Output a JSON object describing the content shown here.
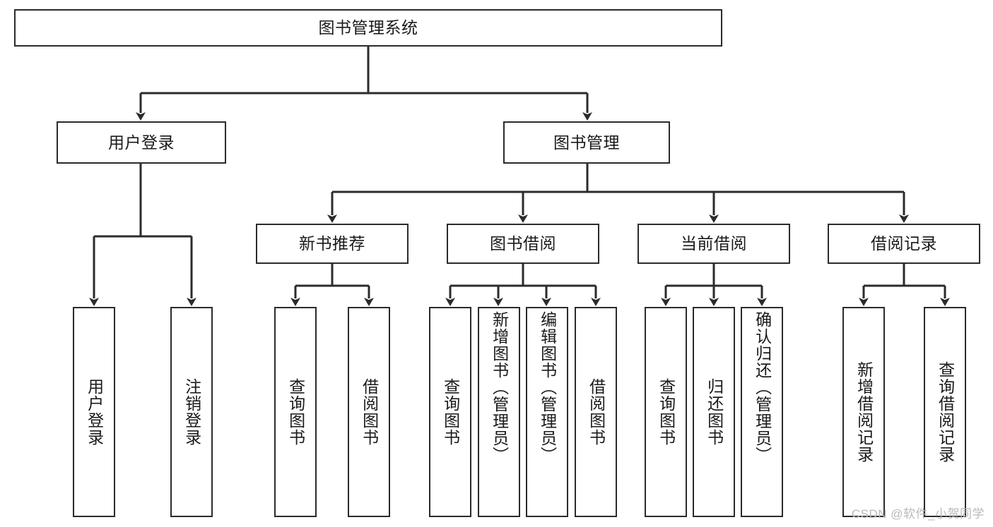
{
  "diagram": {
    "type": "tree",
    "title": "图书管理系统",
    "root": {
      "label": "图书管理系统"
    },
    "level2": [
      {
        "label": "用户登录"
      },
      {
        "label": "图书管理"
      }
    ],
    "level3": [
      {
        "label": "新书推荐"
      },
      {
        "label": "图书借阅"
      },
      {
        "label": "当前借阅"
      },
      {
        "label": "借阅记录"
      }
    ],
    "leaves": {
      "user_login": [
        {
          "label": "用户登录"
        },
        {
          "label": "注销登录"
        }
      ],
      "new_book": [
        {
          "label": "查询图书"
        },
        {
          "label": "借阅图书"
        }
      ],
      "book_borrow": [
        {
          "label": "查询图书"
        },
        {
          "label": "新增图书（管理员）"
        },
        {
          "label": "编辑图书（管理员）"
        },
        {
          "label": "借阅图书"
        }
      ],
      "current_borrow": [
        {
          "label": "查询图书"
        },
        {
          "label": "归还图书"
        },
        {
          "label": "确认归还（管理员）"
        }
      ],
      "borrow_record": [
        {
          "label": "新增借阅记录"
        },
        {
          "label": "查询借阅记录"
        }
      ]
    }
  },
  "watermark": {
    "text": "CSDN @软件_小贺同学"
  },
  "colors": {
    "stroke": "#2b2b2b",
    "text": "#1a1a1a",
    "background": "#ffffff",
    "watermark": "#b9b9b9"
  }
}
